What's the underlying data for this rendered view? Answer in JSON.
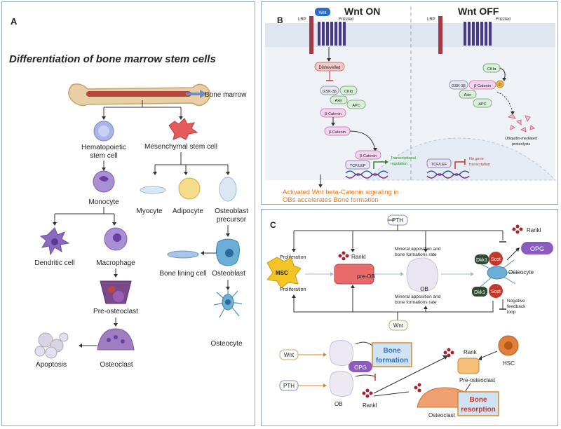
{
  "panelA": {
    "letter": "A",
    "title": "Differentiation of bone marrow stem cells",
    "labels": {
      "bone_marrow": "Bone marrow",
      "hsc1": "Hematopoietic",
      "hsc2": "stem cell",
      "msc": "Mesenchymal stem cell",
      "monocyte": "Monocyte",
      "myocyte": "Myocyte",
      "adipocyte": "Adipocyte",
      "ob_pre1": "Osteoblast",
      "ob_pre2": "precursor",
      "dendritic": "Dendritic cell",
      "macrophage": "Macrophage",
      "bone_lining": "Bone lining cell",
      "osteoblast": "Osteoblast",
      "preosteoclast": "Pre-osteoclast",
      "osteoclast": "Osteoclast",
      "apoptosis": "Apoptosis",
      "osteocyte": "Osteocyte"
    }
  },
  "panelB": {
    "letter": "B",
    "wnt_on": "Wnt ON",
    "wnt_off": "Wnt OFF",
    "lrp": "LRP",
    "frizzled": "Frizzled",
    "wnt": "Wnt",
    "dishevelled": "Dishevelled",
    "gsk": "GSK-3β",
    "cki": "CKIα",
    "axin": "Axin",
    "apc": "APC",
    "bcat": "β-Catenin",
    "p": "P",
    "tcf": "TCF/LEF",
    "transcriptional1": "Transcriptional",
    "transcriptional2": "regulation",
    "nogene1": "No gene",
    "nogene2": "transcription",
    "ubiq1": "Ubiquitin-mediated",
    "ubiq2": "proteolysis",
    "activated1": "Activated Wnt beta-Catenin signaling in",
    "activated2": "OBs accelerates Bone formation"
  },
  "panelC": {
    "letter": "C",
    "pth": "PTH",
    "rankl": "Rankl",
    "proliferation": "Proliferation",
    "msc": "MSC",
    "preob": "pre-OB",
    "mineral1": "Mineral apposition and",
    "mineral2": "bone formations rate",
    "ob": "OB",
    "dkk1": "Dkk1",
    "sost": "Sost",
    "opg": "OPG",
    "osteocyte": "Osteocyte",
    "negative1": "Negative",
    "negative2": "feedback",
    "negative3": "loop",
    "wnt": "Wnt",
    "bone_formation1": "Bone",
    "bone_formation2": "formation",
    "rank": "Rank",
    "hsc": "HSC",
    "preosteoclast": "Pre-osteoclast",
    "osteoclast": "Osteoclast",
    "bone_resorption1": "Bone",
    "bone_resorption2": "resorption"
  },
  "colors": {
    "panel_border": "#8fa9c4",
    "orange_text": "#e07b1a",
    "purple_cell": "#8a6bbf",
    "membrane": "#dfe6ef",
    "rankl_red": "#a8232b"
  }
}
